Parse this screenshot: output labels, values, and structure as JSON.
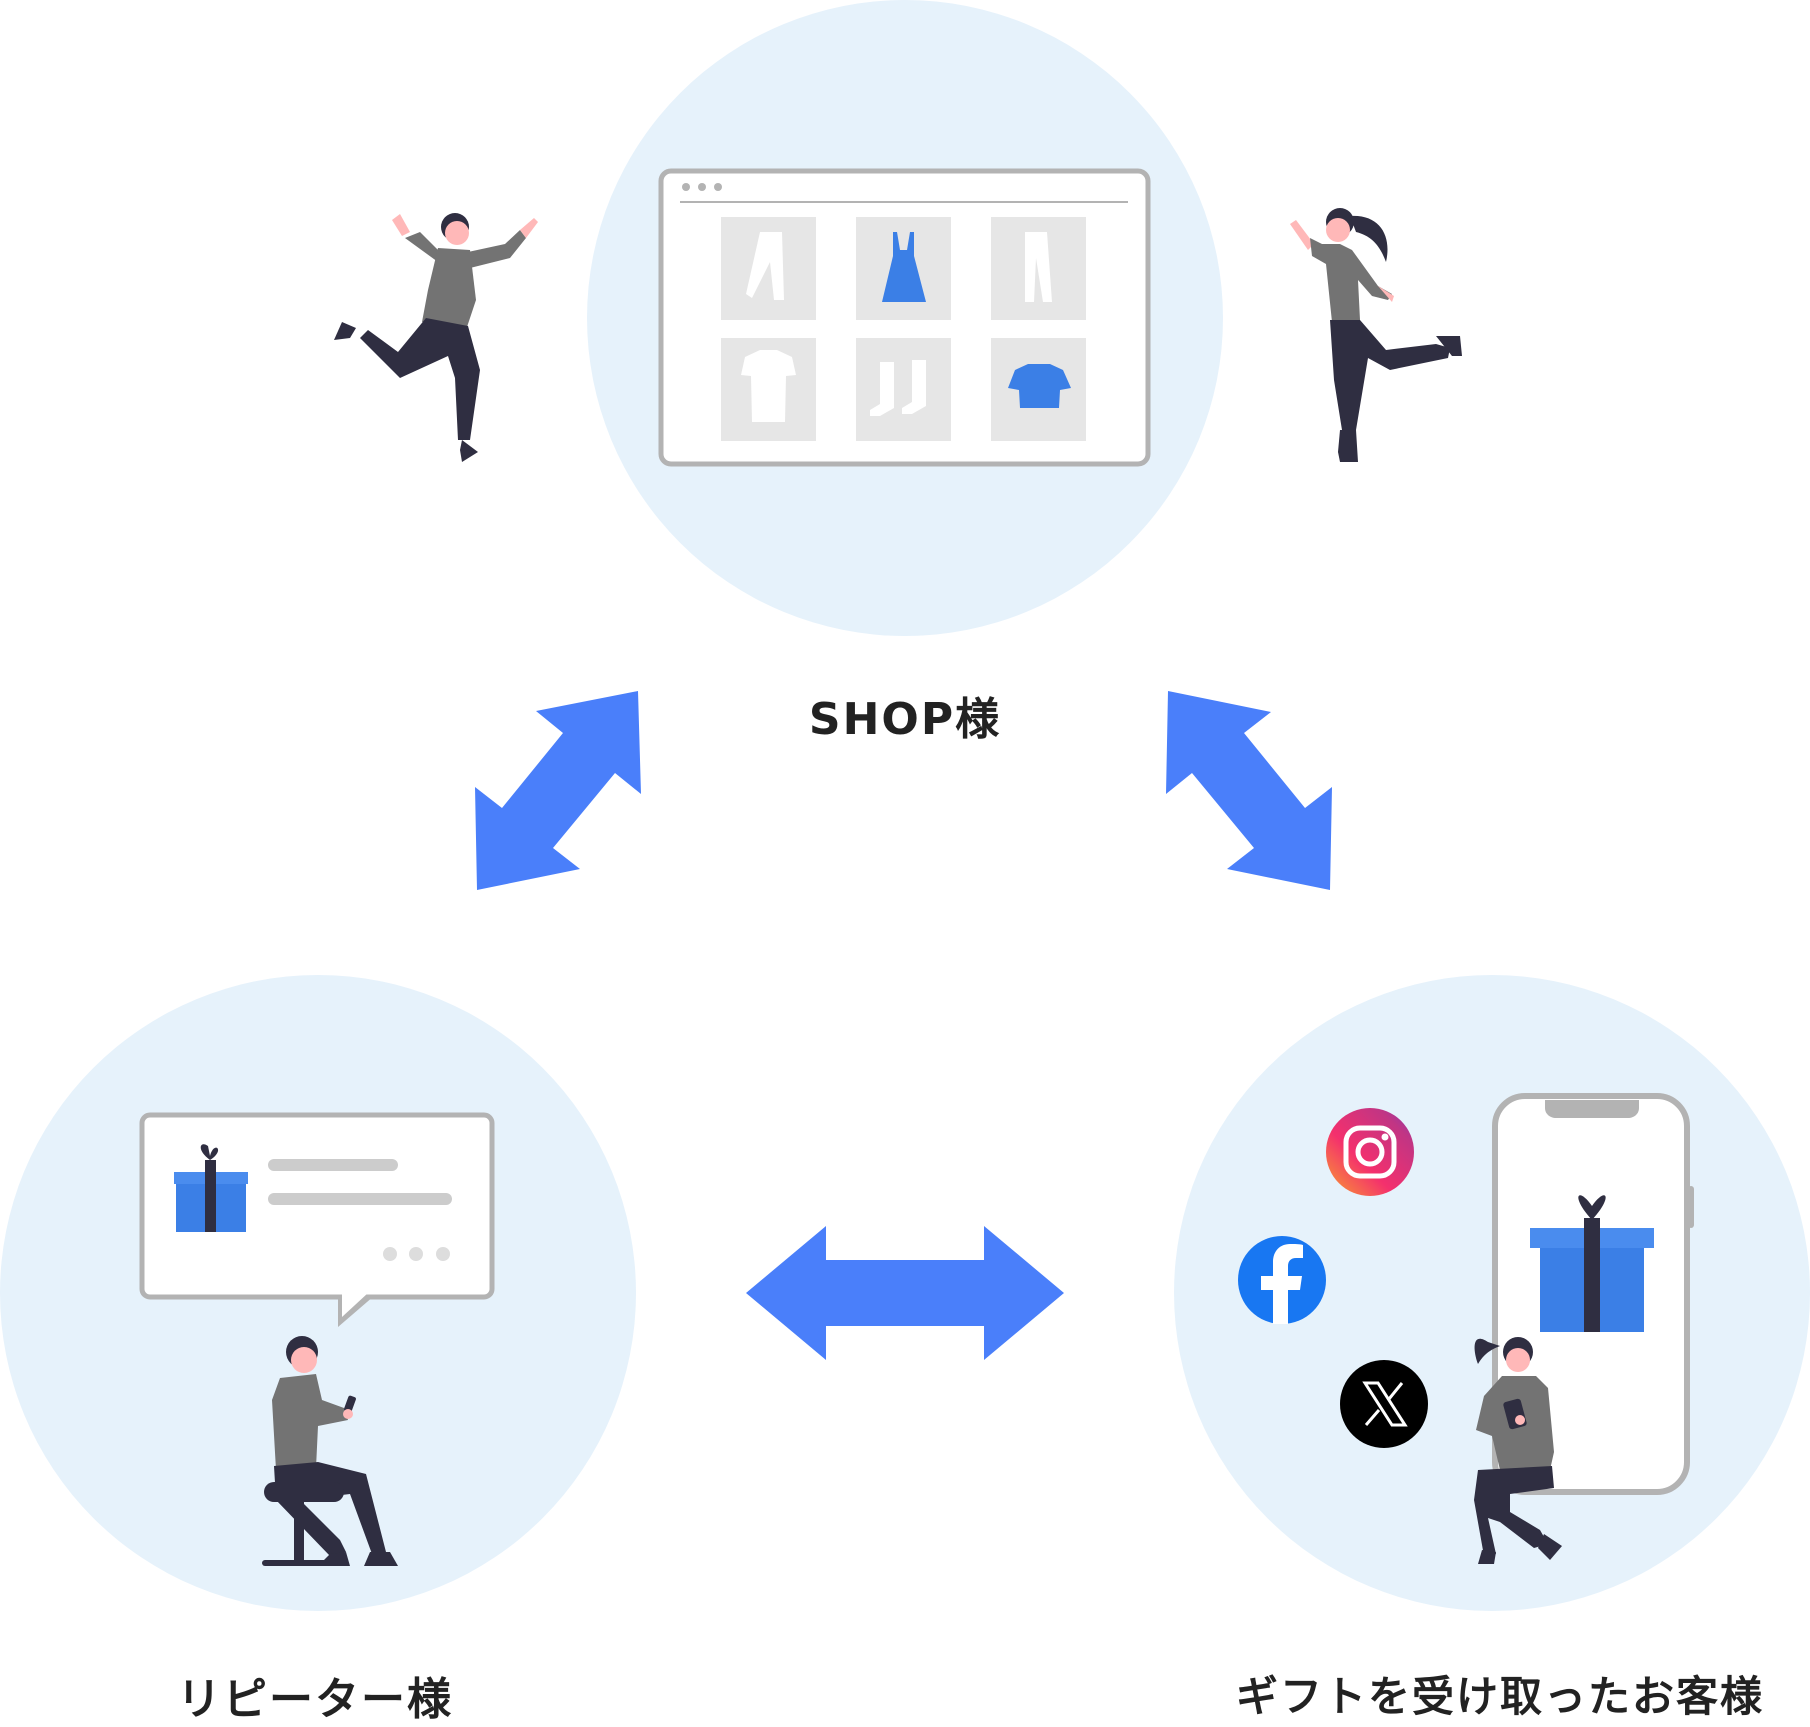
{
  "nodes": {
    "shop": {
      "label": "SHOP様"
    },
    "repeater": {
      "label": "リピーター様"
    },
    "gift_recipient": {
      "label": "ギフトを受け取ったお客様"
    }
  },
  "social_icons": [
    "instagram-icon",
    "facebook-icon",
    "x-icon"
  ],
  "colors": {
    "circle_bg": "#e6f2fb",
    "arrow": "#4a7ffa",
    "accent_blue": "#3b7fe6",
    "frame_gray": "#b3b3b3",
    "tile_gray": "#e6e6e6",
    "dark": "#2f2e41",
    "shirt": "#737373",
    "skin": "#ffb8b8"
  }
}
